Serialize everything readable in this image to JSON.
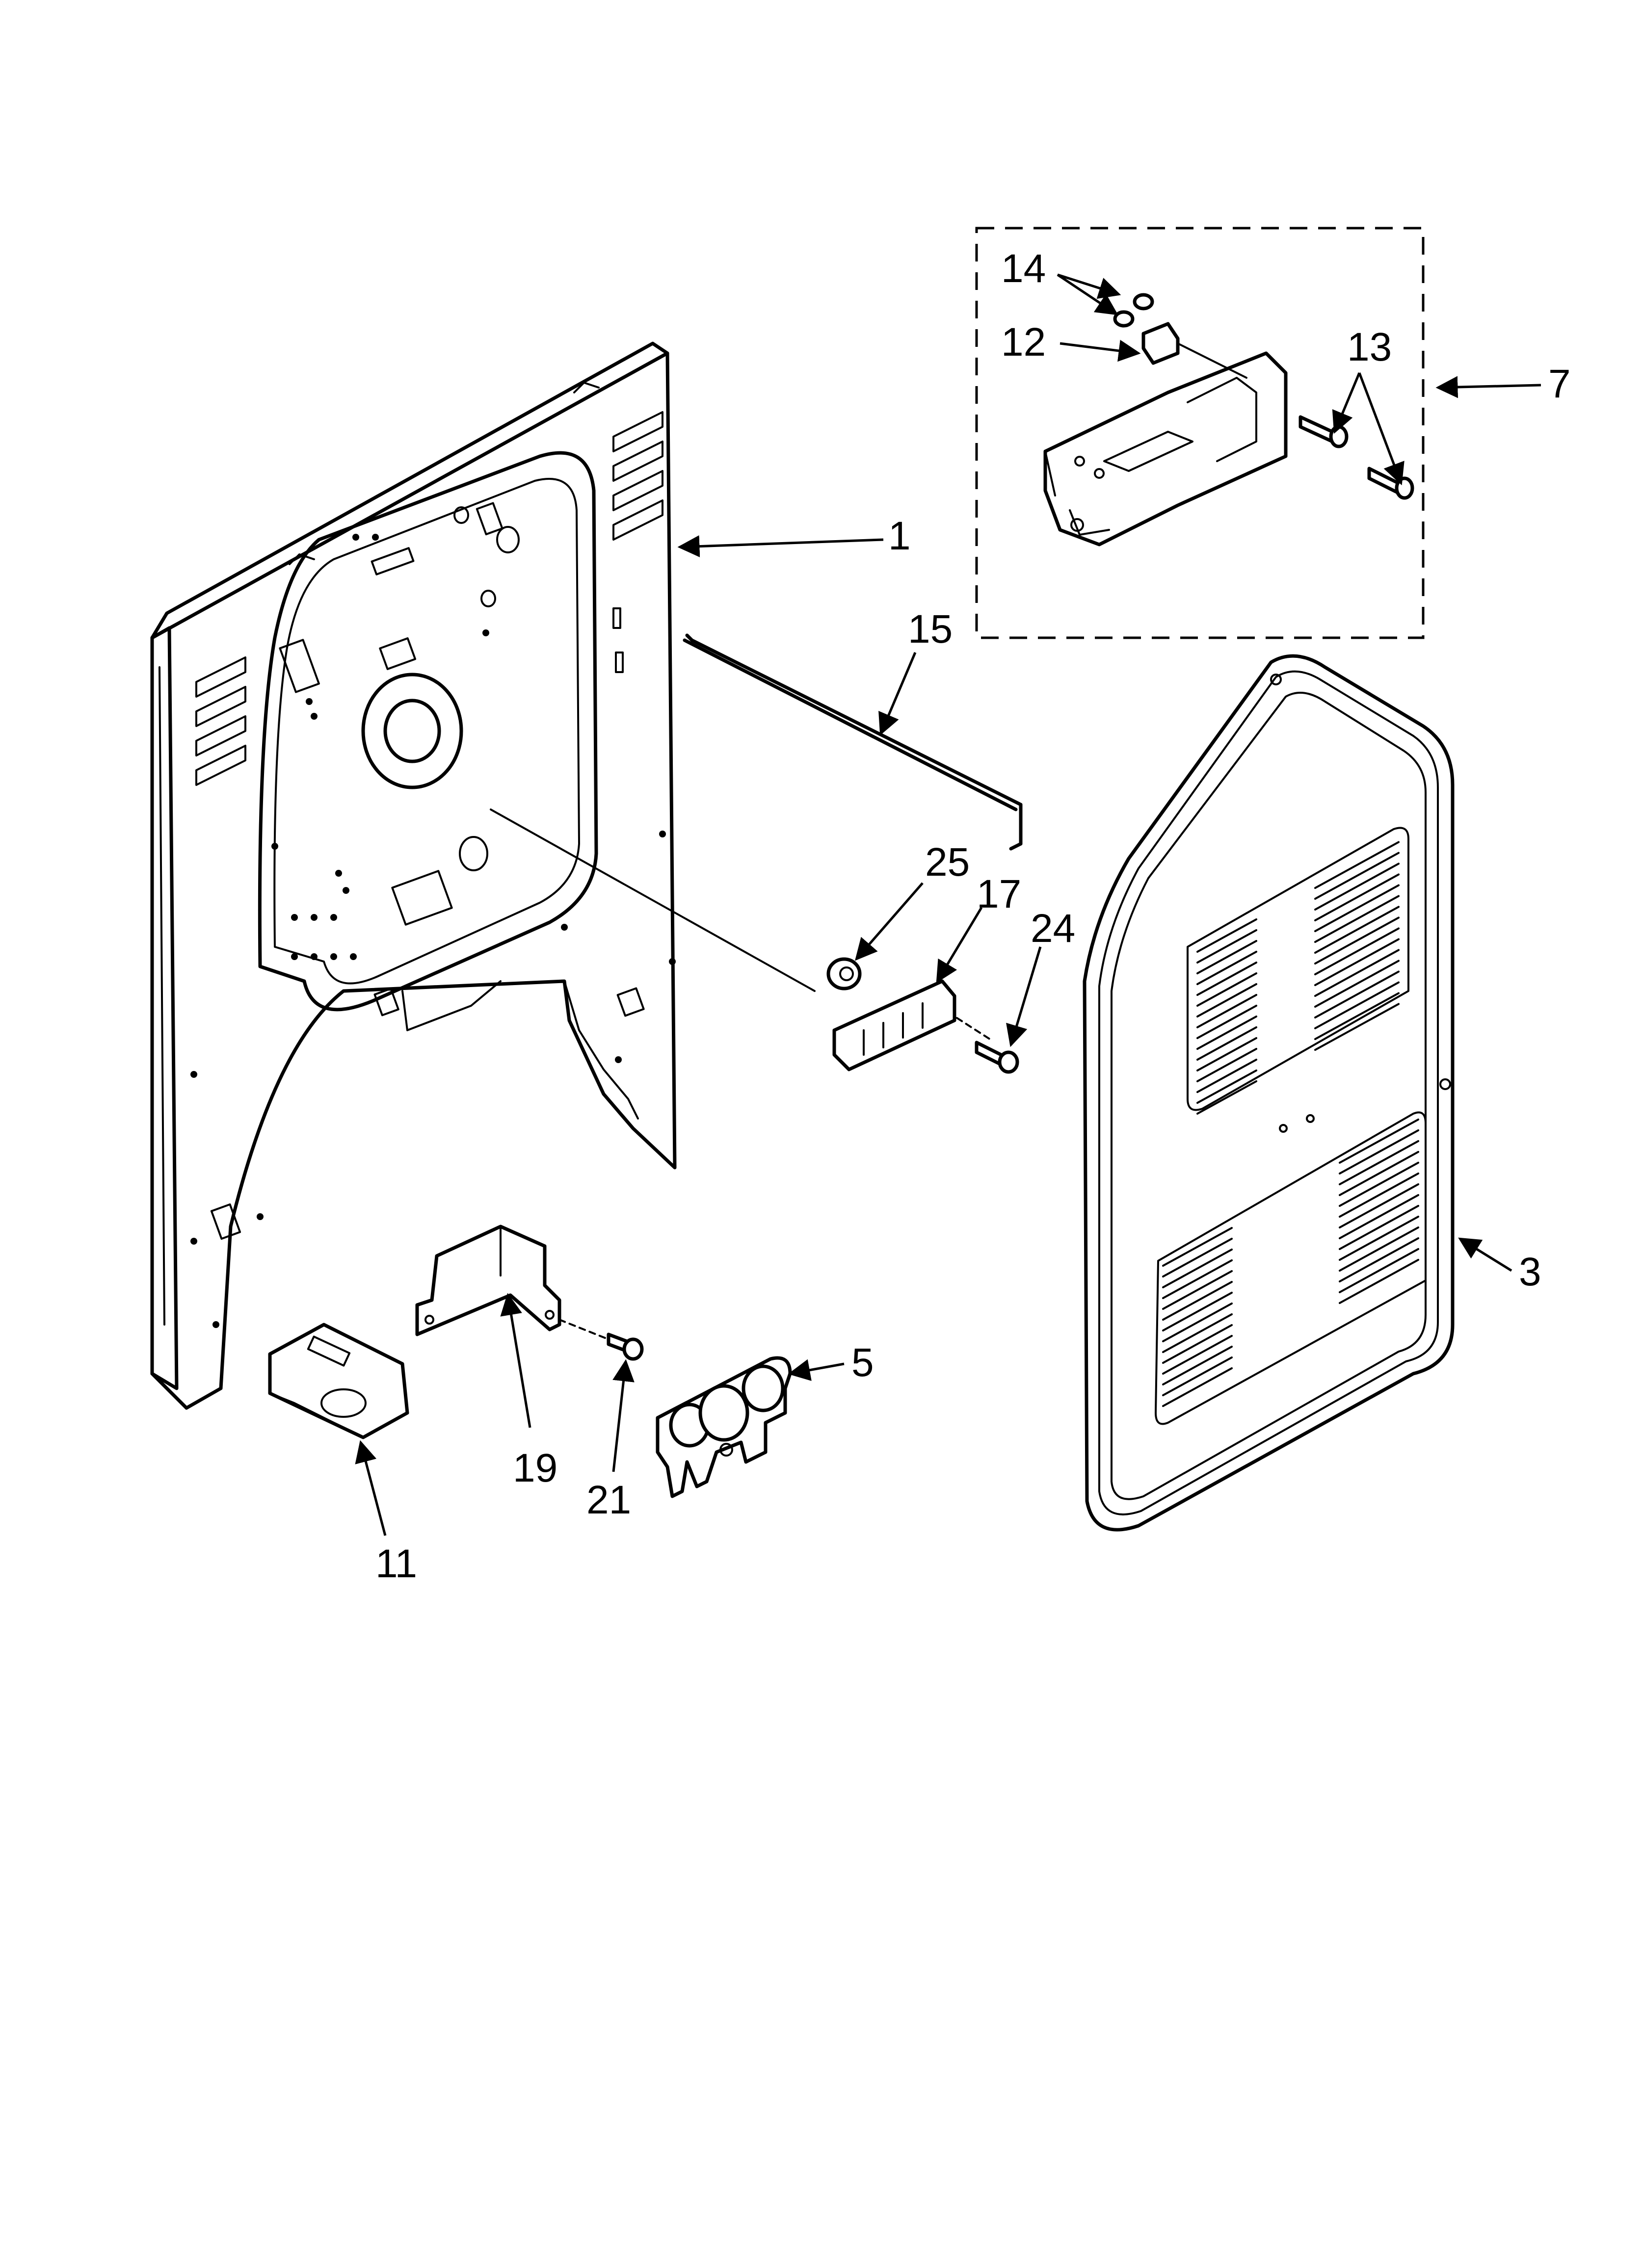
{
  "callouts": {
    "c1": "1",
    "c3": "3",
    "c5": "5",
    "c7": "7",
    "c11": "11",
    "c12": "12",
    "c13": "13",
    "c14": "14",
    "c15": "15",
    "c17": "17",
    "c19": "19",
    "c21": "21",
    "c24": "24",
    "c25": "25"
  }
}
